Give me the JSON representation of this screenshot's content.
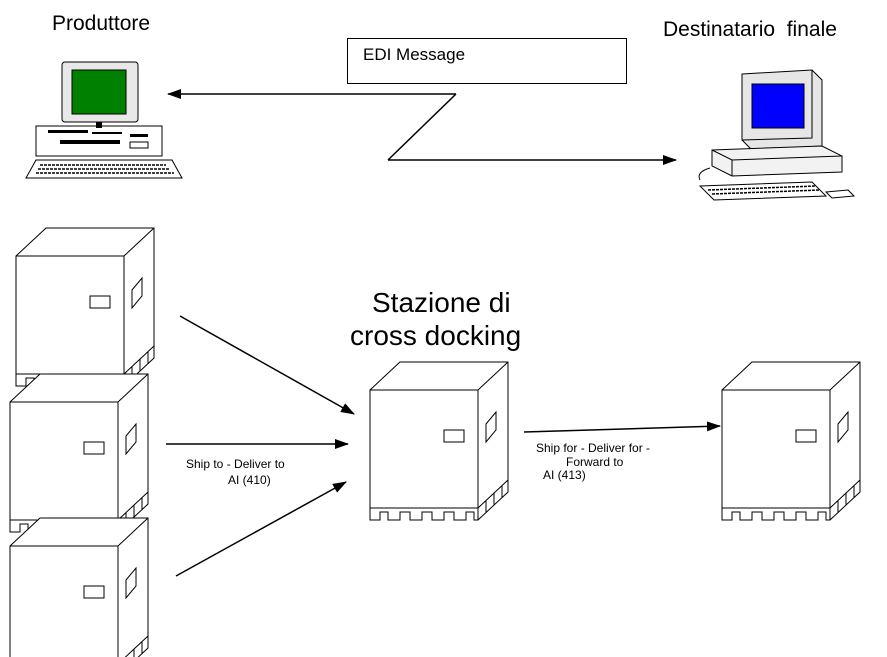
{
  "nodes": {
    "producer": {
      "label": "Produttore"
    },
    "destination": {
      "label": "Destinatario  finale"
    },
    "cross_dock": {
      "title_line1": "Stazione di",
      "title_line2": "cross docking"
    }
  },
  "message": {
    "label": "EDI Message"
  },
  "edges": {
    "inbound": {
      "line1": "Ship to - Deliver to",
      "line2": "AI (410)"
    },
    "outbound": {
      "line1": "Ship for - Deliver for -",
      "line2": "Forward to",
      "line3": "AI (413)"
    }
  },
  "colors": {
    "producer_screen": "#008000",
    "destination_screen": "#0000ff"
  }
}
